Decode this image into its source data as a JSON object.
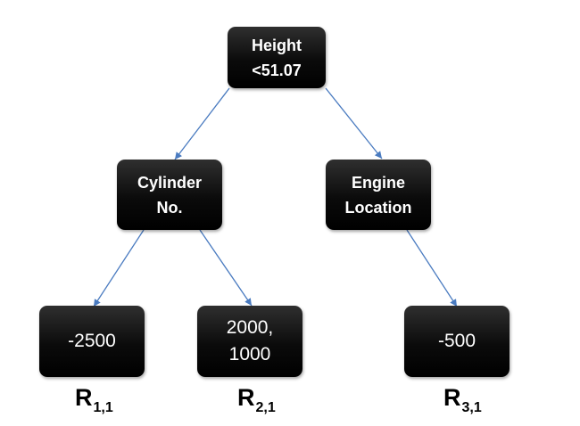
{
  "diagram": {
    "nodes": {
      "root": {
        "lines": [
          "Height",
          "<51.07"
        ]
      },
      "left": {
        "lines": [
          "Cylinder",
          "No."
        ]
      },
      "right": {
        "lines": [
          "Engine",
          "Location"
        ]
      },
      "leaf1": {
        "lines": [
          "-2500"
        ]
      },
      "leaf2": {
        "lines": [
          "2000,",
          "1000"
        ]
      },
      "leaf3": {
        "lines": [
          "-500"
        ]
      }
    },
    "region_labels": [
      {
        "main": "R",
        "sub": "1,1"
      },
      {
        "main": "R",
        "sub": "2,1"
      },
      {
        "main": "R",
        "sub": "3,1"
      }
    ],
    "colors": {
      "node_fill": "#000000",
      "node_text": "#ffffff",
      "edge": "#4a7bc0",
      "label_text": "#000000"
    }
  }
}
